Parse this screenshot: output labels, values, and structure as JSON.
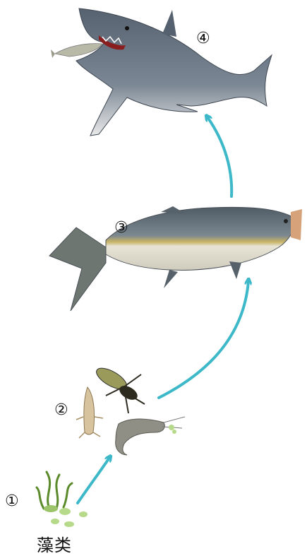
{
  "nodes": [
    {
      "id": "1",
      "marker": "①",
      "caption": "藻类"
    },
    {
      "id": "2",
      "marker": "②"
    },
    {
      "id": "3",
      "marker": "③"
    },
    {
      "id": "4",
      "marker": "④"
    }
  ],
  "colors": {
    "arrow": "#3db8c9",
    "algae": "#5a8a2a",
    "algae_dots": "#b6d98a",
    "tuna_back": "#56636c",
    "tuna_belly": "#e9e7da",
    "tuna_stripe": "#b8a455",
    "shark_back": "#5e6a78",
    "shark_belly": "#eeeeee",
    "shrimp": "#8f8f86",
    "krill": "#d7c39e",
    "insect": "#3a3a2a"
  },
  "icons": [
    "algae-icon",
    "krill-icon",
    "water-insect-icon",
    "shrimp-icon",
    "tuna-icon",
    "shark-icon",
    "small-fish-icon"
  ]
}
